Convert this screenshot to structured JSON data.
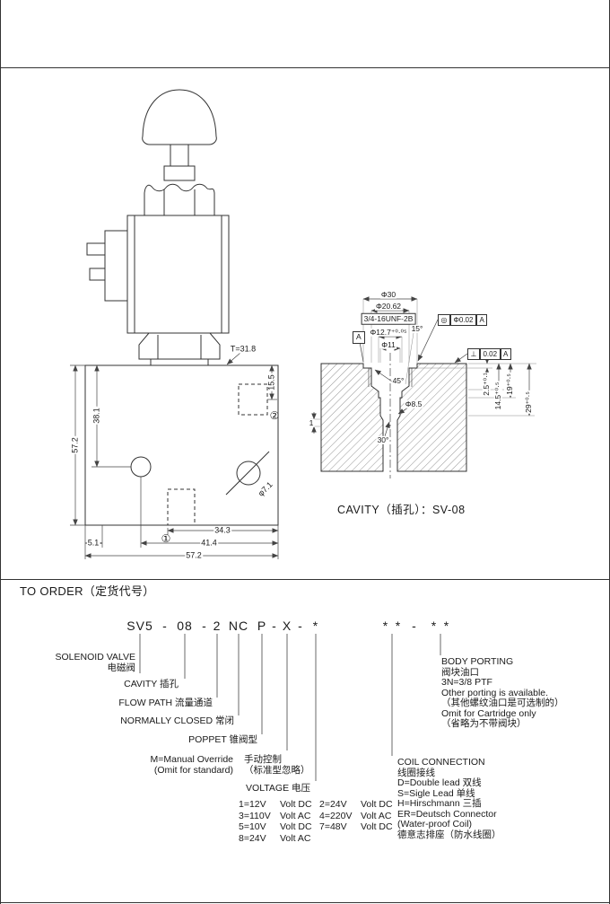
{
  "colors": {
    "ink": "#1a1a1a",
    "line": "#333333",
    "background": "#ffffff"
  },
  "valve_view": {
    "dims": {
      "torque": "T=31.8",
      "port_depth": "15.5",
      "height_total": "57.2",
      "height_hole": "38.1",
      "hole_dia": "φ7.1",
      "width_343": "34.3",
      "width_51": "5.1",
      "width_414": "41.4",
      "width_572": "57.2",
      "port1": "①",
      "port2": "②"
    }
  },
  "cavity_view": {
    "title": "CAVITY（插孔）：SV-08",
    "dims": {
      "d30": "Φ30",
      "d2062": "Φ20.62",
      "thread": "3/4-16UNF-2B",
      "d127": "Φ12.7⁺⁰·⁰⁵",
      "d11": "Φ11",
      "d85": "Φ8.5",
      "ang15": "15°",
      "ang45": "45°",
      "ang30": "30°",
      "depth25": "2.5⁺⁰·¹",
      "depth145": "14.5⁺⁰·⁵",
      "depth19": "19⁺⁰·⁵",
      "depth29": "29⁺⁰·⁵",
      "undercut": "1",
      "datum": "A"
    },
    "gdt": {
      "concentricity": {
        "symbol": "◎",
        "value": "Φ0.02",
        "datum": "A"
      },
      "perpendicularity": {
        "symbol": "⊥",
        "value": "0.02",
        "datum": "A"
      }
    }
  },
  "order": {
    "title": "TO ORDER（定货代号）",
    "code": [
      "SV5",
      "-",
      "08",
      "-",
      "2",
      "NC",
      "P",
      "-",
      "X",
      "-",
      "*",
      "*",
      "*",
      "-",
      "*",
      "*"
    ],
    "labels": {
      "solenoid_en": "SOLENOID VALVE",
      "solenoid_zh": "电磁阀",
      "cavity": "CAVITY 插孔",
      "flow": "FLOW PATH 流量通道",
      "normally_closed": "NORMALLY CLOSED 常闭",
      "poppet": "POPPET 锥阀型",
      "manual_en1": "M=Manual Override",
      "manual_en2": "(Omit for standard)",
      "manual_zh1": "手动控制",
      "manual_zh2": "（标准型忽略）",
      "voltage_title": "VOLTAGE 电压",
      "voltage_rows": [
        [
          "1=12V",
          "Volt DC",
          "2=24V",
          "Volt DC"
        ],
        [
          "3=110V",
          "Volt AC",
          "4=220V",
          "Volt AC"
        ],
        [
          "5=10V",
          "Volt DC",
          "7=48V",
          "Volt DC"
        ],
        [
          "8=24V",
          "Volt AC",
          "",
          ""
        ]
      ],
      "coil": [
        "COIL CONNECTION",
        "线圈接线",
        "D=Double lead 双线",
        "S=Sigle Lead 单线",
        "H=Hirschmann 三插",
        "ER=Deutsch Connector",
        "(Water-proof Coil)",
        "德意志排座（防水线圈）"
      ],
      "body": [
        "BODY PORTING",
        "阀块油口",
        "3N=3/8 PTF",
        "Other porting is available.",
        "（其他螺纹油口是可选制的）",
        "Omit for Cartridge only",
        "（省略为不带阀块）"
      ]
    }
  }
}
